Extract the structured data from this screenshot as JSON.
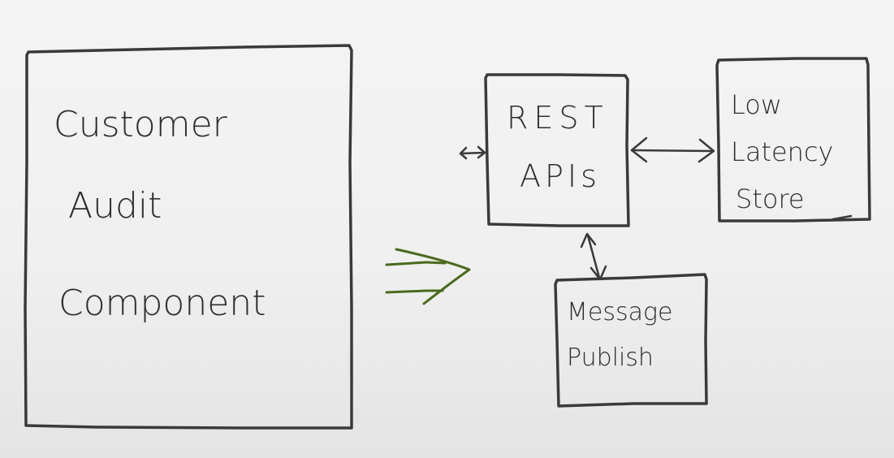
{
  "diagram": {
    "customer_audit": {
      "lines": [
        "Customer",
        "Audit",
        "Component"
      ]
    },
    "rest_apis": {
      "lines": [
        "REST",
        "APIs"
      ]
    },
    "low_latency_store": {
      "lines": [
        "Low",
        "Latency",
        "Store"
      ]
    },
    "message_publish": {
      "lines": [
        "Message",
        "Publish"
      ]
    }
  },
  "colors": {
    "ink": "#3a3a3a",
    "arrow_green": "#4a6a1c"
  }
}
